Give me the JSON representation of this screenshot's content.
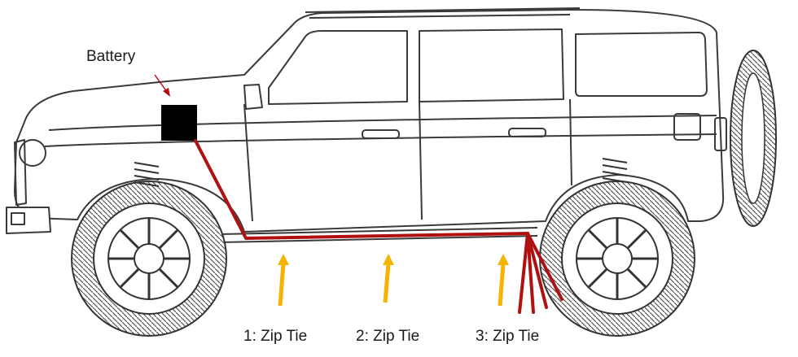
{
  "labels": {
    "battery": "Battery",
    "zip_tie_1": "1: Zip Tie",
    "zip_tie_2": "2: Zip Tie",
    "zip_tie_3": "3: Zip Tie"
  },
  "colors": {
    "wire": "#b01010",
    "arrow": "#f4b400",
    "pointer": "#b01010",
    "battery": "#000000",
    "outline": "#3a3a3a"
  }
}
